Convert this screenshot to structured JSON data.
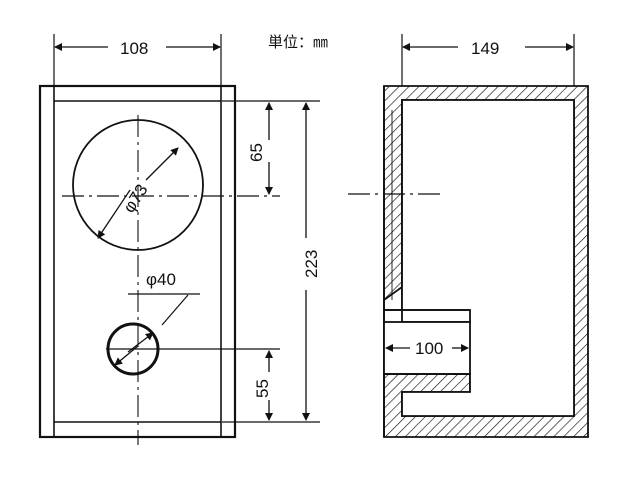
{
  "unit_label": "単位：㎜",
  "front_view": {
    "width_dim": "108",
    "height_dim": "223",
    "woofer_offset_dim": "65",
    "woofer_diameter": "φ73",
    "port_diameter": "φ40",
    "port_offset_dim": "55"
  },
  "side_view": {
    "depth_dim": "149",
    "port_length_dim": "100"
  },
  "colors": {
    "line": "#111111",
    "background": "#ffffff"
  }
}
